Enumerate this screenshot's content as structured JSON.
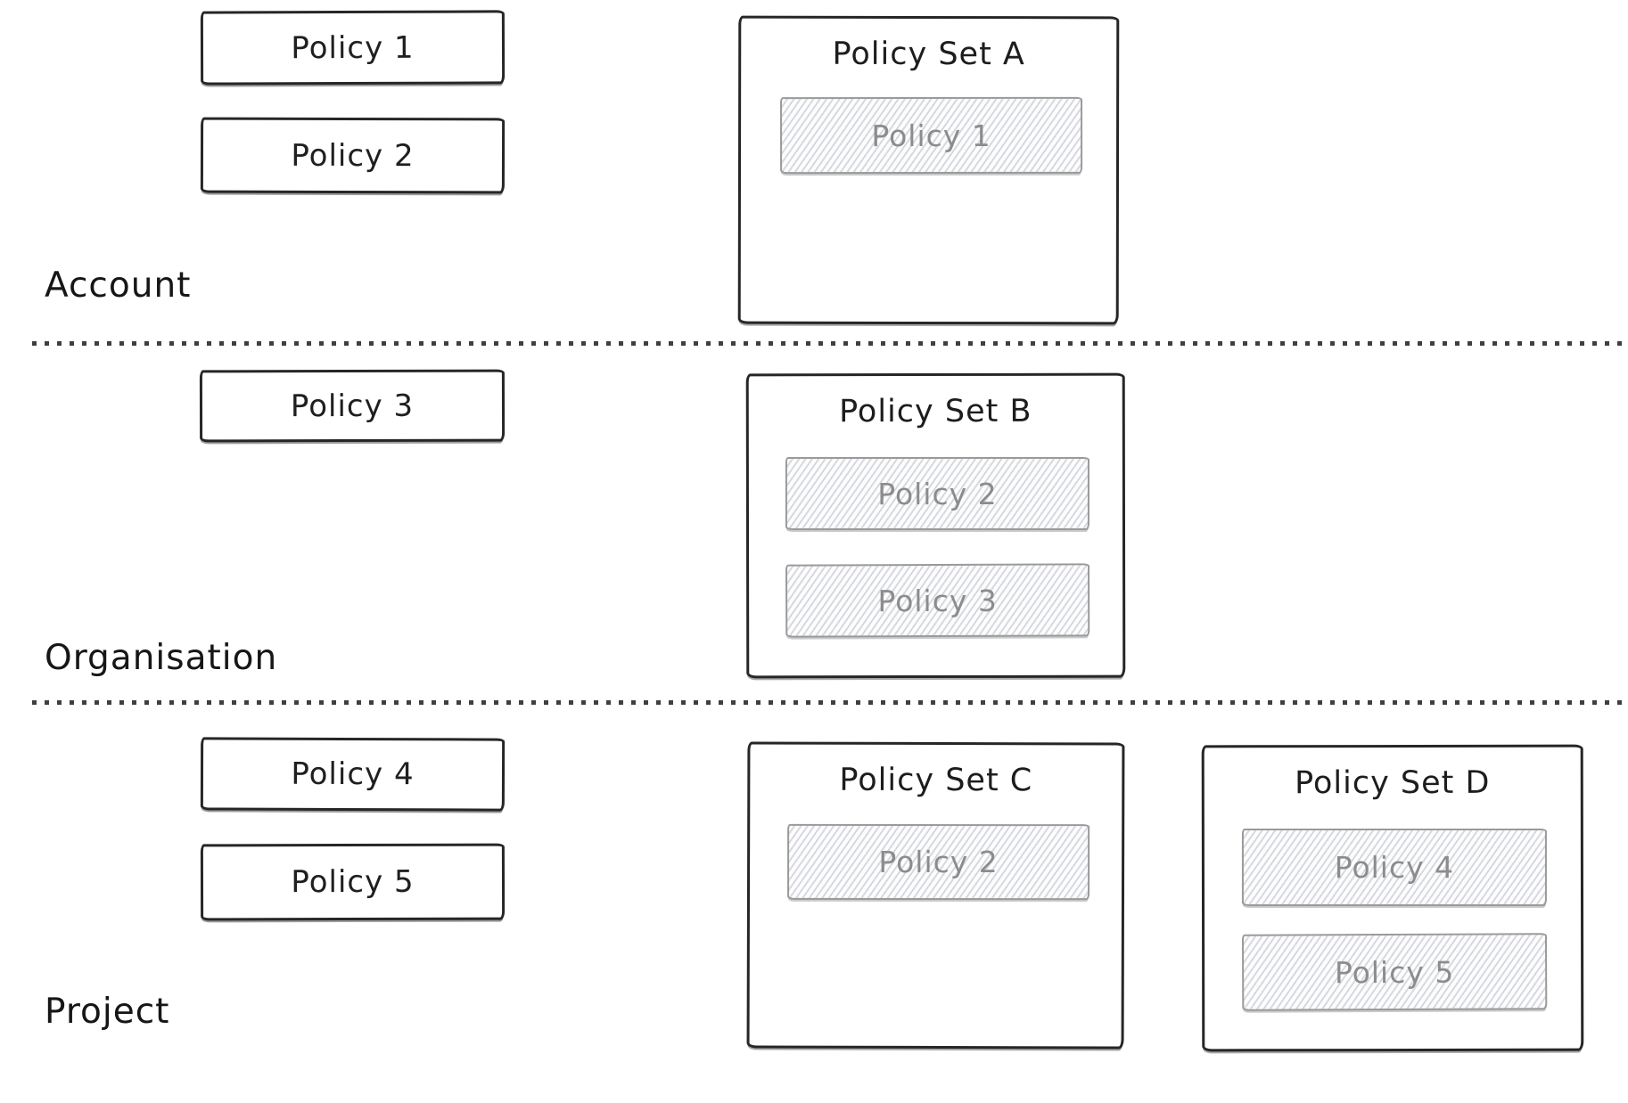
{
  "diagram": {
    "rows": [
      {
        "label": "Account",
        "loose_policies": [
          "Policy 1",
          "Policy 2"
        ],
        "policy_sets": [
          {
            "title": "Policy Set A",
            "members": [
              "Policy 1"
            ]
          }
        ]
      },
      {
        "label": "Organisation",
        "loose_policies": [
          "Policy 3"
        ],
        "policy_sets": [
          {
            "title": "Policy Set B",
            "members": [
              "Policy 2",
              "Policy 3"
            ]
          }
        ]
      },
      {
        "label": "Project",
        "loose_policies": [
          "Policy 4",
          "Policy 5"
        ],
        "policy_sets": [
          {
            "title": "Policy Set C",
            "members": [
              "Policy 2"
            ]
          },
          {
            "title": "Policy Set D",
            "members": [
              "Policy 4",
              "Policy 5"
            ]
          }
        ]
      }
    ]
  },
  "colors": {
    "background": "#ffffff",
    "stroke": "#262626",
    "member_border": "#9a9a9a",
    "member_text": "#8c8c8c",
    "hatch_line": "#d6d9df",
    "divider": "#3f3f3f"
  }
}
